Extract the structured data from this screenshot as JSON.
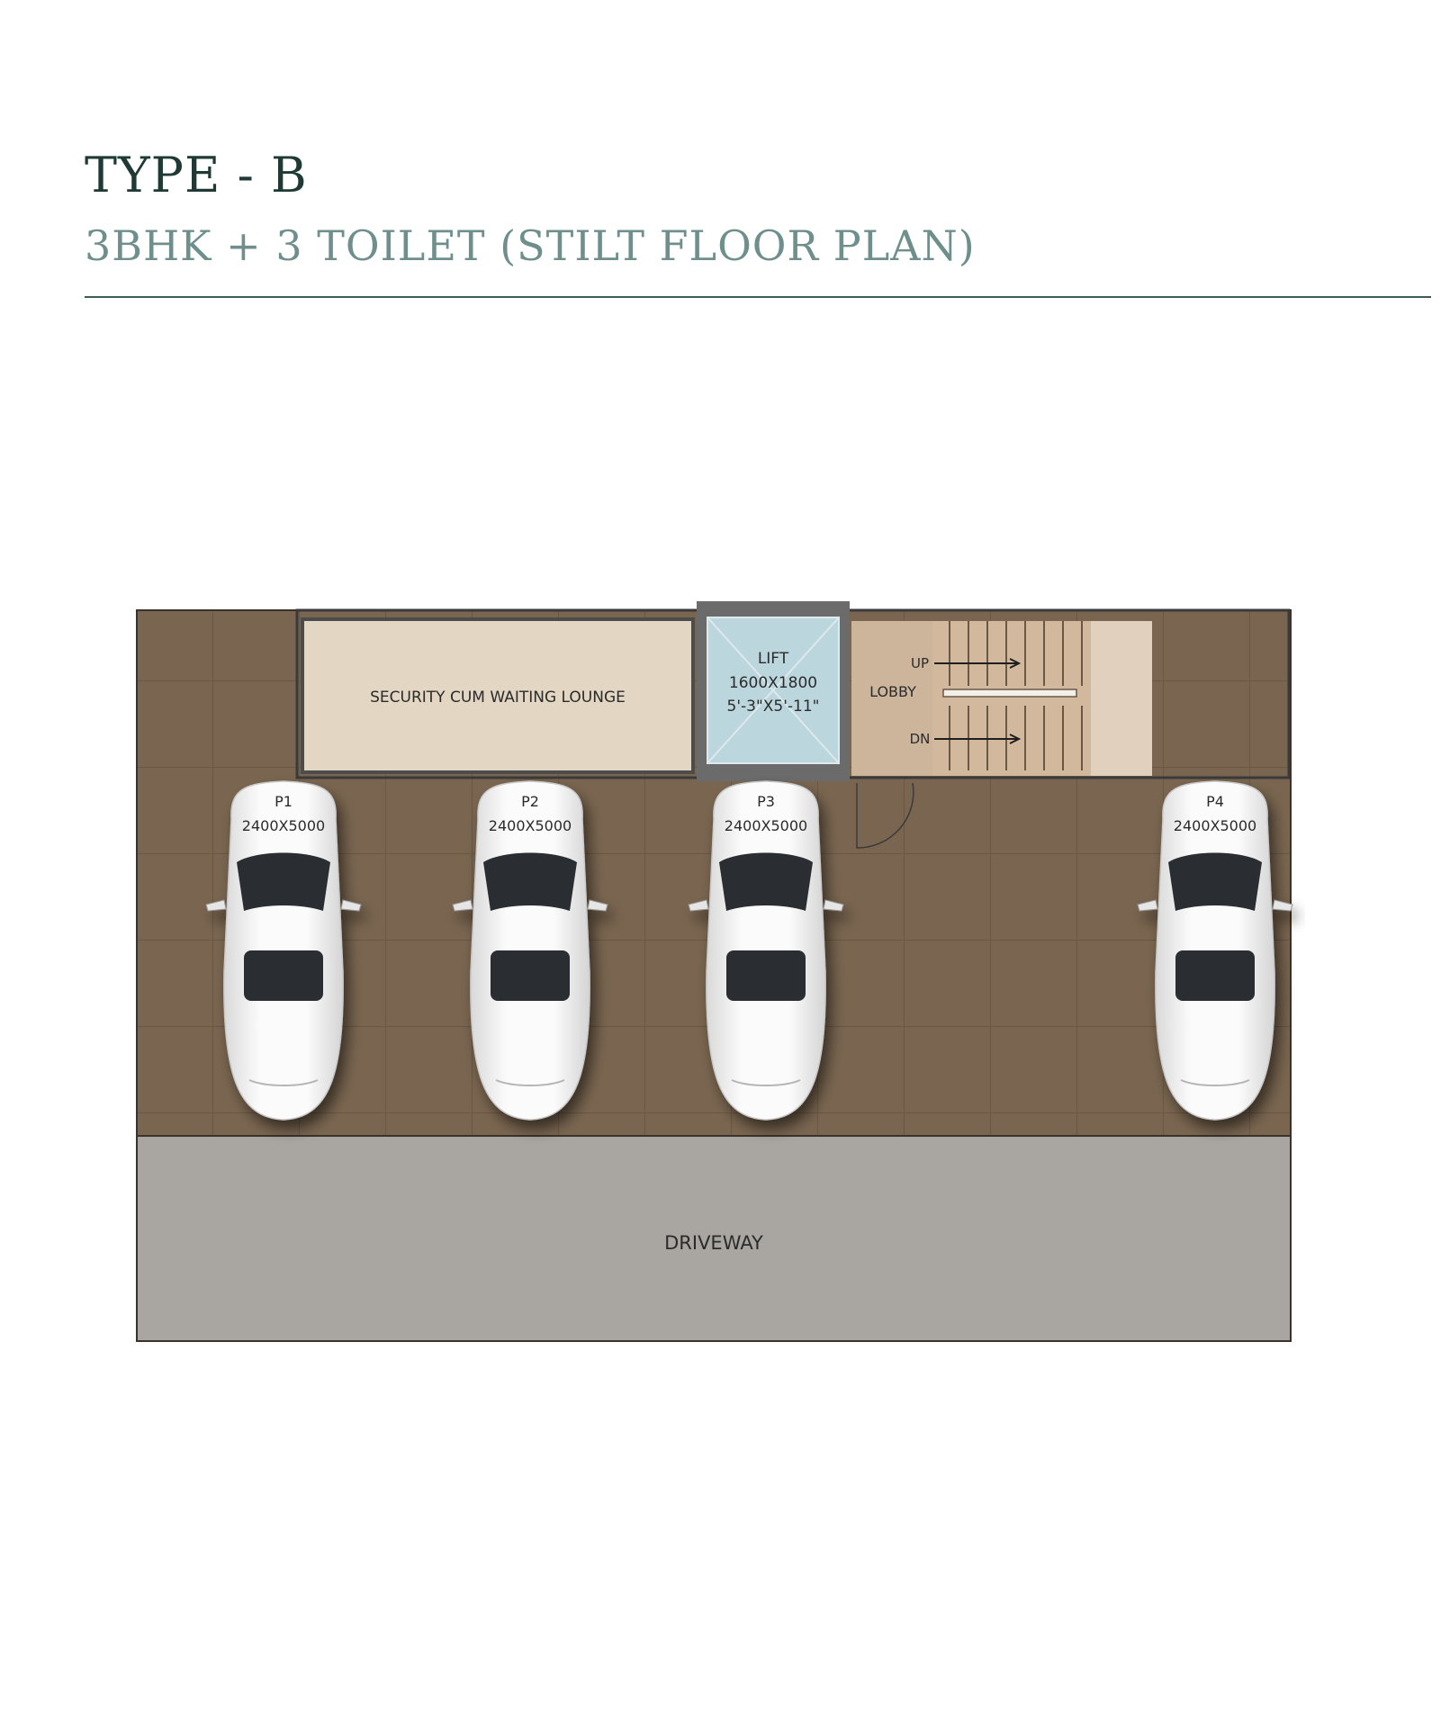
{
  "header": {
    "title": "TYPE - B",
    "subtitle": "3BHK + 3 TOILET (STILT FLOOR PLAN)"
  },
  "plan": {
    "rooms": {
      "lounge": "SECURITY CUM WAITING LOUNGE",
      "lift_title": "LIFT",
      "lift_size_mm": "1600X1800",
      "lift_size_ft": "5'-3\"X5'-11\"",
      "lobby": "LOBBY",
      "stair_up": "UP",
      "stair_down": "DN",
      "driveway": "DRIVEWAY"
    },
    "parking": [
      {
        "id": "P1",
        "size": "2400X5000"
      },
      {
        "id": "P2",
        "size": "2400X5000"
      },
      {
        "id": "P3",
        "size": "2400X5000"
      },
      {
        "id": "P4",
        "size": "2400X5000"
      }
    ]
  },
  "colors": {
    "title": "#1f3a35",
    "subtitle": "#6e8f8b",
    "floor": "#7a6650",
    "lounge": "#e3d6c2",
    "lift": "#bcd6de",
    "lobby": "#cdb59b",
    "driveway": "#a9a5a1",
    "car_body": "#f4f4f4"
  }
}
